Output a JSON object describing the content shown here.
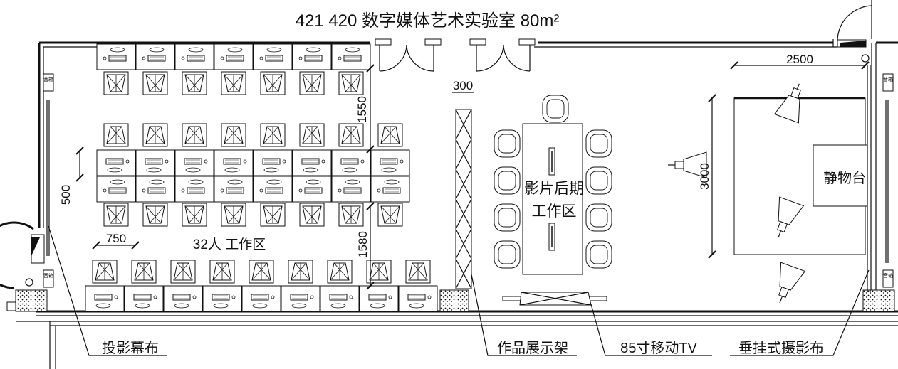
{
  "title": "421  420  数字媒体艺术实验室  80m²",
  "labels": {
    "speaker": "音箱",
    "work_area": "32人 工作区",
    "post_area_line1": "影片后期",
    "post_area_line2": "工作区",
    "still_table": "静物台",
    "screen": "投影幕布",
    "display_rack": "作品展示架",
    "tv": "85寸移动TV",
    "backdrop": "垂挂式摄影布"
  },
  "dimensions": {
    "d2500": "2500",
    "d300": "300",
    "d1550": "1550",
    "d500": "500",
    "d750": "750",
    "d1580": "1580",
    "d3000": "3000"
  }
}
